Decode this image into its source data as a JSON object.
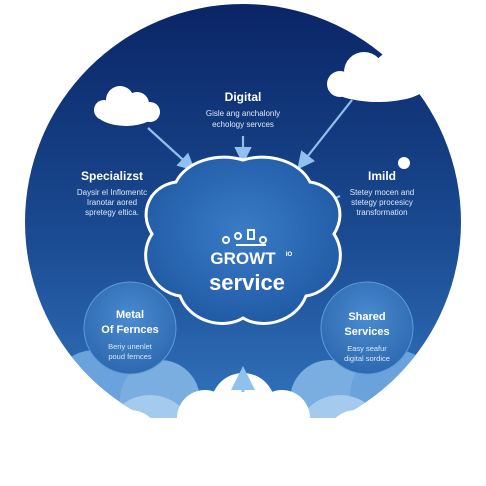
{
  "center": {
    "title_line1": "GROWT",
    "title_suffix": "ᴵᴼ",
    "title_line2": "service"
  },
  "nodes": {
    "digital": {
      "title": "Digital",
      "desc_line1": "Gisle ang anchalonly",
      "desc_line2": "echology servces"
    },
    "specialist": {
      "title": "Specializst",
      "desc_line1": "Daysir el Inflomentc",
      "desc_line2": "Iranotar aored",
      "desc_line3": "spretegy eltica."
    },
    "imild": {
      "title": "Imild",
      "desc_line1": "Stetey mocen and",
      "desc_line2": "stetegy procesicy",
      "desc_line3": "transformation"
    },
    "metal": {
      "title_line1": "Metal",
      "title_line2": "Of Fernces",
      "desc_line1": "Beriy unenlet",
      "desc_line2": "poud fernces"
    },
    "shared": {
      "title_line1": "Shared",
      "title_line2": "Services",
      "desc_line1": "Easy seafur",
      "desc_line2": "digital sordice"
    }
  },
  "colors": {
    "background_top": "#0b2a6a",
    "background_bottom": "#2f6fba",
    "center_fill": "#2a68b3",
    "cloud": "#ffffff",
    "connector": "#7fb3e6"
  }
}
